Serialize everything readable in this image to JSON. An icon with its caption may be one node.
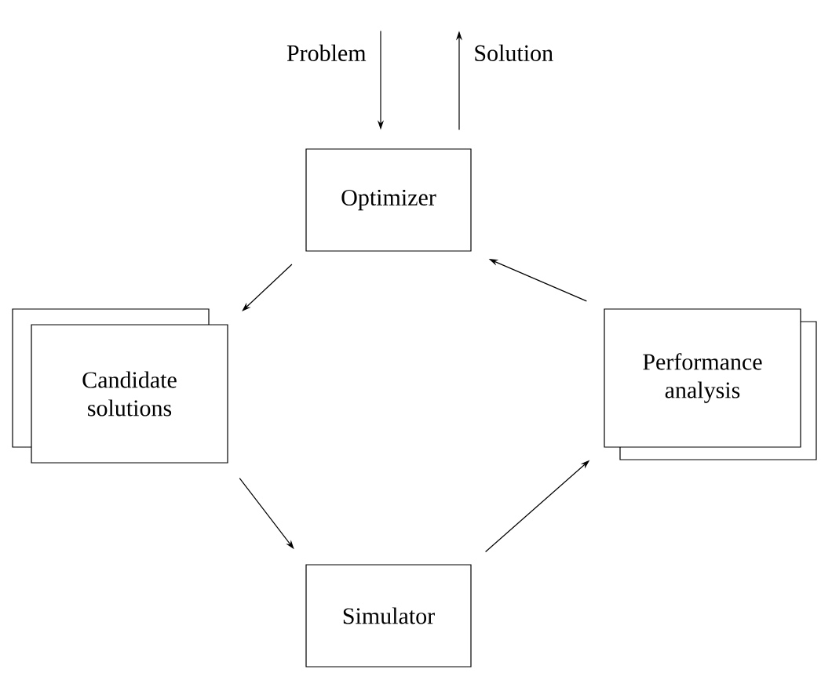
{
  "diagram": {
    "nodes": [
      {
        "text": [
          "Optimizer"
        ]
      },
      {
        "text": [
          "Candidate solutions"
        ]
      },
      {
        "text": [
          "Simulator"
        ]
      },
      {
        "text": [
          "Performance analysis"
        ]
      }
    ],
    "edges": [
      {
        "from": null,
        "to": 0,
        "arrow": "to",
        "label": "Problem"
      },
      {
        "from": 0,
        "to": null,
        "arrow": "to",
        "label": "Solution"
      },
      {
        "from": 0,
        "to": 1,
        "arrow": "to"
      },
      {
        "from": 1,
        "to": 2,
        "arrow": "to"
      },
      {
        "from": 2,
        "to": 3,
        "arrow": "to"
      },
      {
        "from": 3,
        "to": 0,
        "arrow": "to"
      }
    ]
  }
}
